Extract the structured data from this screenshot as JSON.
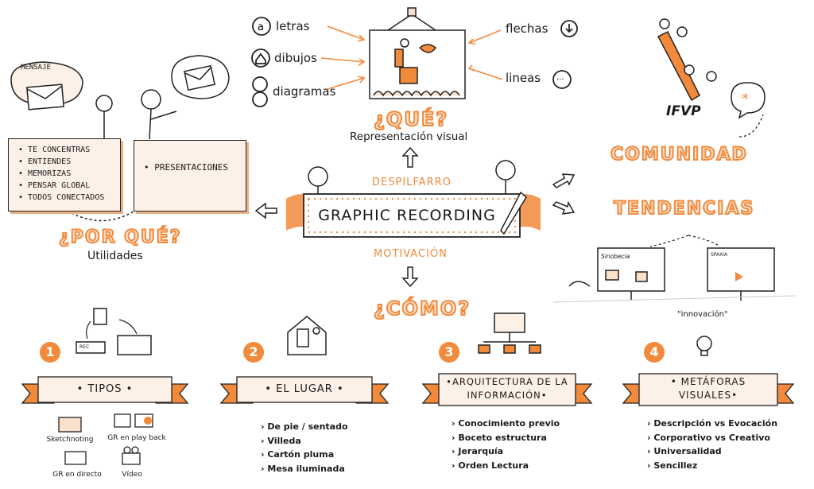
{
  "colors": {
    "accent": "#f28a3c",
    "accent_light": "#fbe0cc",
    "ink": "#1a1a1a",
    "note_bg": "#fdf0e6"
  },
  "center": {
    "title": "GRAPHIC RECORDING",
    "top_label": "DESPILFARRO",
    "bottom_label": "MOTIVACIÓN"
  },
  "que": {
    "heading": "¿QUÉ?",
    "subtitle": "Representación visual"
  },
  "left_items": [
    {
      "label": "letras",
      "icon": "letter-a-icon"
    },
    {
      "label": "dibujos",
      "icon": "house-icon"
    },
    {
      "label": "diagramas",
      "icon": "diagram-icon"
    }
  ],
  "right_items": [
    {
      "label": "flechas",
      "icon": "arrow-down-circle-icon"
    },
    {
      "label": "lineas",
      "icon": "dots-circle-icon"
    }
  ],
  "porque": {
    "heading": "¿POR QUÉ?",
    "subtitle": "Utilidades",
    "bubble": "MENSAJE",
    "note1": [
      "TE CONCENTRAS",
      "ENTIENDES",
      "MEMORIZAS",
      "PENSAR GLOBAL",
      "TODOS CONECTADOS"
    ],
    "note2": [
      "PRESENTACIONES"
    ]
  },
  "right": {
    "logo": "IFVP",
    "comunidad": "COMUNIDAD",
    "tendencias": "TENDENCIAS",
    "screen1": "Sinobecia",
    "screen2": "SPAXIA"
  },
  "como": {
    "heading": "¿CÓMO?"
  },
  "sections": [
    {
      "num": "1",
      "title": "• TIPOS •",
      "items": []
    },
    {
      "num": "2",
      "title": "• EL LUGAR •",
      "items": [
        "De pie / sentado",
        "Villeda",
        "Cartón pluma",
        "Mesa iluminada"
      ]
    },
    {
      "num": "3",
      "title": "•ARQUITECTURA DE LA INFORMACIÓN•",
      "items": [
        "Conocimiento previo",
        "Boceto estructura",
        "Jerarquía",
        "Orden Lectura"
      ]
    },
    {
      "num": "4",
      "title": "• METÁFORAS VISUALES•",
      "items": [
        "Descripción vs Evocación",
        "Corporativo vs Creativo",
        "Universalidad",
        "Sencillez"
      ]
    }
  ],
  "tipos_icons": [
    {
      "label": "Sketchnoting",
      "icon": "notebook-icon"
    },
    {
      "label": "GR en play back",
      "icon": "playback-icon"
    },
    {
      "label": "GR en directo",
      "icon": "live-people-icon"
    },
    {
      "label": "Vídeo",
      "icon": "video-camera-icon"
    }
  ],
  "innovacion": "\"innovación\"",
  "rec": "REC"
}
